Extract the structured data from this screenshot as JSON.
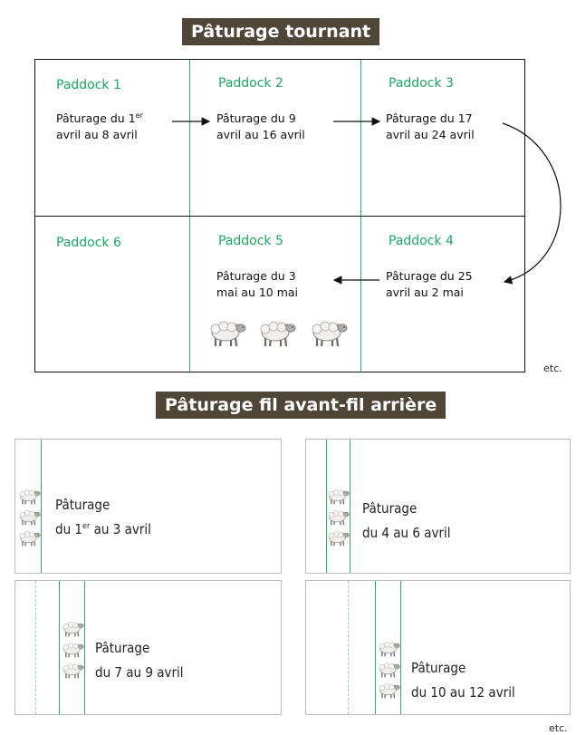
{
  "banner_top": "Pâturage tournant",
  "banner_bottom": "Pâturage fil avant-fil arrière",
  "paddocks": [
    {
      "name": "Paddock 1",
      "line1": "Pâturage du 1",
      "sup": "er",
      "line2": "avril au 8 avril"
    },
    {
      "name": "Paddock 2",
      "line1": "Pâturage du 9",
      "sup": "",
      "line2": "avril au 16 avril"
    },
    {
      "name": "Paddock 3",
      "line1": "Pâturage du 17",
      "sup": "",
      "line2": "avril au 24 avril"
    },
    {
      "name": "Paddock 6",
      "line1": "",
      "sup": "",
      "line2": ""
    },
    {
      "name": "Paddock 5",
      "line1": "Pâturage du 3",
      "sup": "",
      "line2": "mai au 10 mai"
    },
    {
      "name": "Paddock 4",
      "line1": "Pâturage du 25",
      "sup": "",
      "line2": "avril au 2 mai"
    }
  ],
  "etc": "etc.",
  "strips": [
    {
      "title": "Pâturage",
      "line2_pre": "du 1",
      "sup": "er",
      "line2_post": " au 3 avril"
    },
    {
      "title": "Pâturage",
      "line2_pre": "du 4 au 6 avril",
      "sup": "",
      "line2_post": ""
    },
    {
      "title": "Pâturage",
      "line2_pre": "du 7 au 9 avril",
      "sup": "",
      "line2_post": ""
    },
    {
      "title": "Pâturage",
      "line2_pre": "du 10 au 12 avril",
      "sup": "",
      "line2_post": ""
    }
  ],
  "icons": {
    "sheep": "sheep-icon",
    "arrow": "arrow-right-icon"
  },
  "colors": {
    "banner": "#4f4638",
    "paddock_name": "#1fa864",
    "fence": "#2fae6e"
  }
}
